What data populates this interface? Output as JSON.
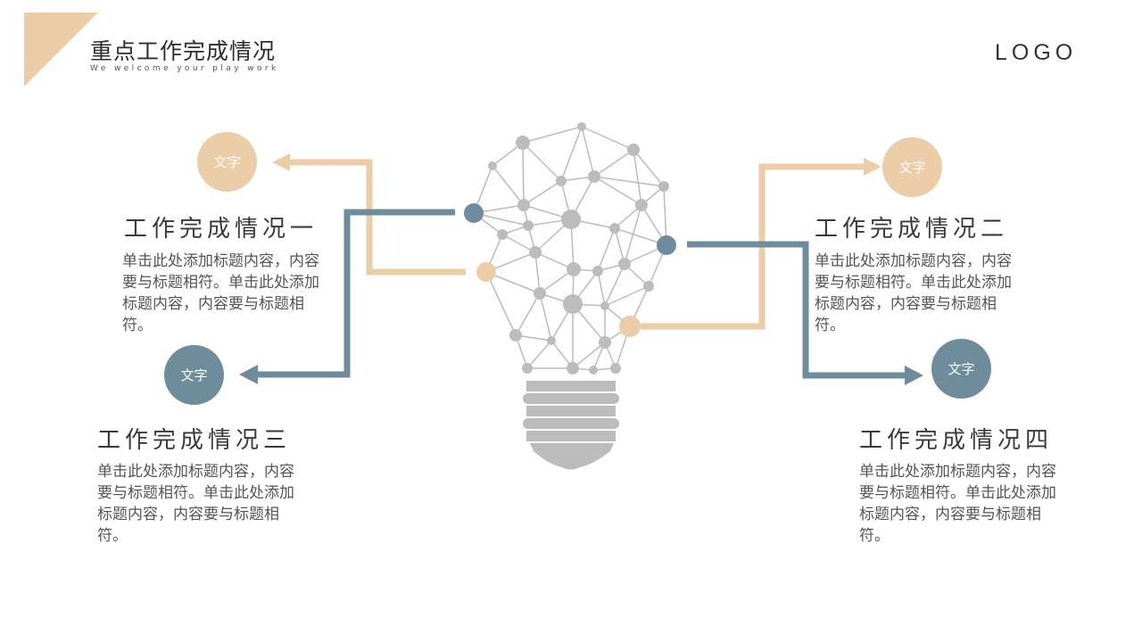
{
  "header": {
    "title": "重点工作完成情况",
    "subtitle": "We welcome your play  work",
    "logo": "LOGO"
  },
  "colors": {
    "accent_tan": "#ebcda8",
    "accent_blue": "#6e8c9b",
    "bulb_gray": "#bcbcbc"
  },
  "icons": {
    "center": "lightbulb-network-icon"
  },
  "items": [
    {
      "circle_label": "文字",
      "heading": "工作完成情况一",
      "body": "单击此处添加标题内容，内容要与标题相符。单击此处添加标题内容，内容要与标题相符。"
    },
    {
      "circle_label": "文字",
      "heading": "工作完成情况二",
      "body": "单击此处添加标题内容，内容要与标题相符。单击此处添加标题内容，内容要与标题相符。"
    },
    {
      "circle_label": "文字",
      "heading": "工作完成情况三",
      "body": "单击此处添加标题内容，内容要与标题相符。单击此处添加标题内容，内容要与标题相符。"
    },
    {
      "circle_label": "文字",
      "heading": "工作完成情况四",
      "body": "单击此处添加标题内容，内容要与标题相符。单击此处添加标题内容，内容要与标题相符。"
    }
  ]
}
